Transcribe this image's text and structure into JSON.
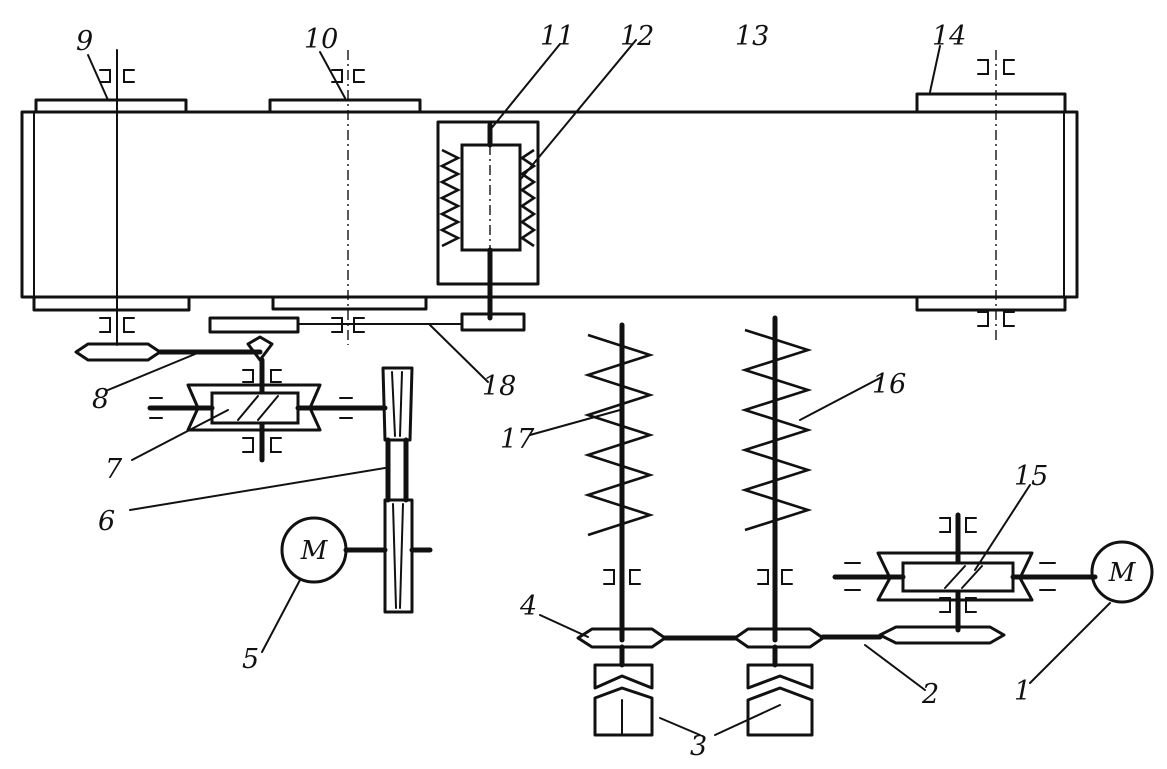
{
  "labels": {
    "l1": "1",
    "l2": "2",
    "l3": "3",
    "l4": "4",
    "l5": "5",
    "l6": "6",
    "l7": "7",
    "l8": "8",
    "l9": "9",
    "l10": "10",
    "l11": "11",
    "l12": "12",
    "l13": "13",
    "l14": "14",
    "l15": "15",
    "l16": "16",
    "l17": "17",
    "l18": "18"
  },
  "motor": {
    "left_symbol": "M",
    "right_symbol": "M"
  }
}
